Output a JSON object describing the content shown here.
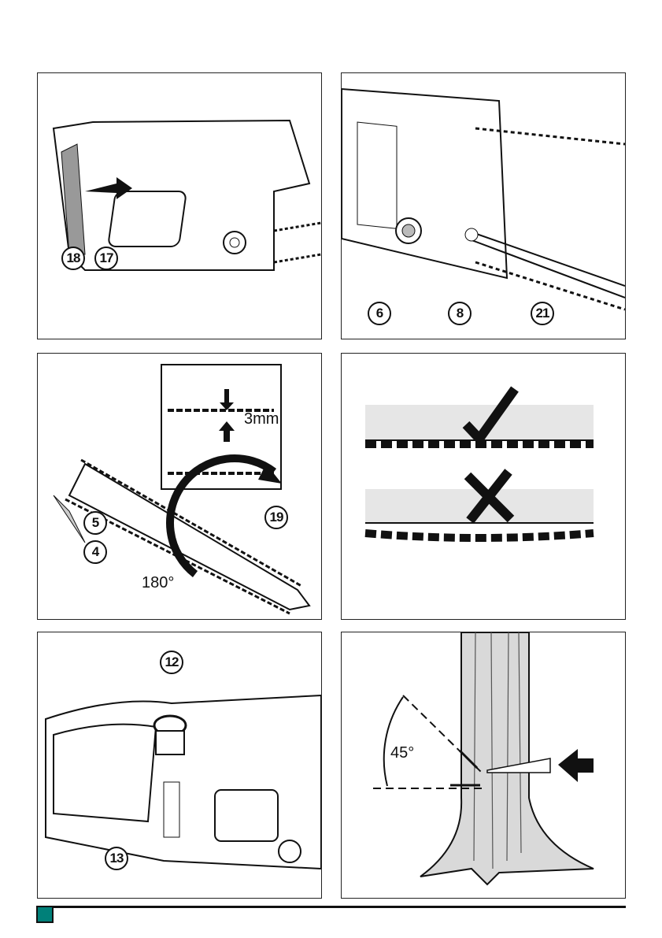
{
  "figures": [
    {
      "id": "fig1",
      "callouts": [
        "18",
        "17"
      ]
    },
    {
      "id": "fig2",
      "callouts": [
        "6",
        "8",
        "21"
      ]
    },
    {
      "id": "fig3",
      "callouts": [
        "5",
        "4",
        "19"
      ],
      "labels": {
        "gap": "3mm",
        "angle": "180°"
      }
    },
    {
      "id": "fig4",
      "marks": [
        "correct-check",
        "incorrect-cross"
      ]
    },
    {
      "id": "fig5",
      "callouts": [
        "12",
        "13"
      ]
    },
    {
      "id": "fig6",
      "labels": {
        "angle": "45°"
      }
    }
  ],
  "colors": {
    "footer_square": "#008079",
    "ink": "#111111",
    "panel_shade": "#e6e6e6"
  }
}
